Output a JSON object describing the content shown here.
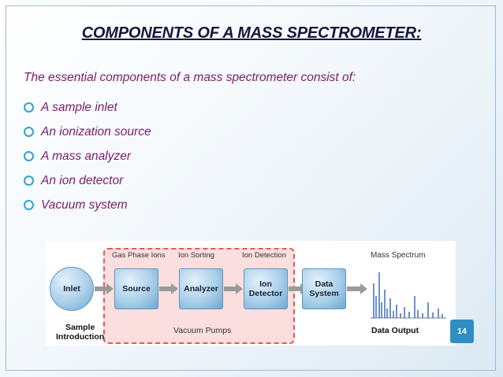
{
  "slide": {
    "title": "COMPONENTS OF A MASS SPECTROMETER:",
    "intro": "The essential components of a mass spectrometer consist of:",
    "bullets": [
      "A sample inlet",
      "An ionization source",
      "A mass analyzer",
      "An ion detector",
      "Vacuum system"
    ],
    "page_number": "14"
  },
  "diagram": {
    "stage_labels": {
      "gas_phase_ions": "Gas Phase Ions",
      "ion_sorting": "Ion Sorting",
      "ion_detection": "Ion Detection",
      "mass_spectrum": "Mass Spectrum"
    },
    "nodes": {
      "inlet": "Inlet",
      "source": "Source",
      "analyzer": "Analyzer",
      "ion_detector_line1": "Ion",
      "ion_detector_line2": "Detector",
      "data_system_line1": "Data",
      "data_system_line2": "System"
    },
    "bottom_labels": {
      "sample_introduction_line1": "Sample",
      "sample_introduction_line2": "Introduction",
      "vacuum_pumps": "Vacuum Pumps",
      "data_output": "Data Output"
    },
    "colors": {
      "node_fill": "#a9cfea",
      "dashed_border": "#e05a5a",
      "dashed_fill": "#fbdede",
      "arrow": "#9a9a9a",
      "spectrum": "#2e63b8"
    }
  }
}
